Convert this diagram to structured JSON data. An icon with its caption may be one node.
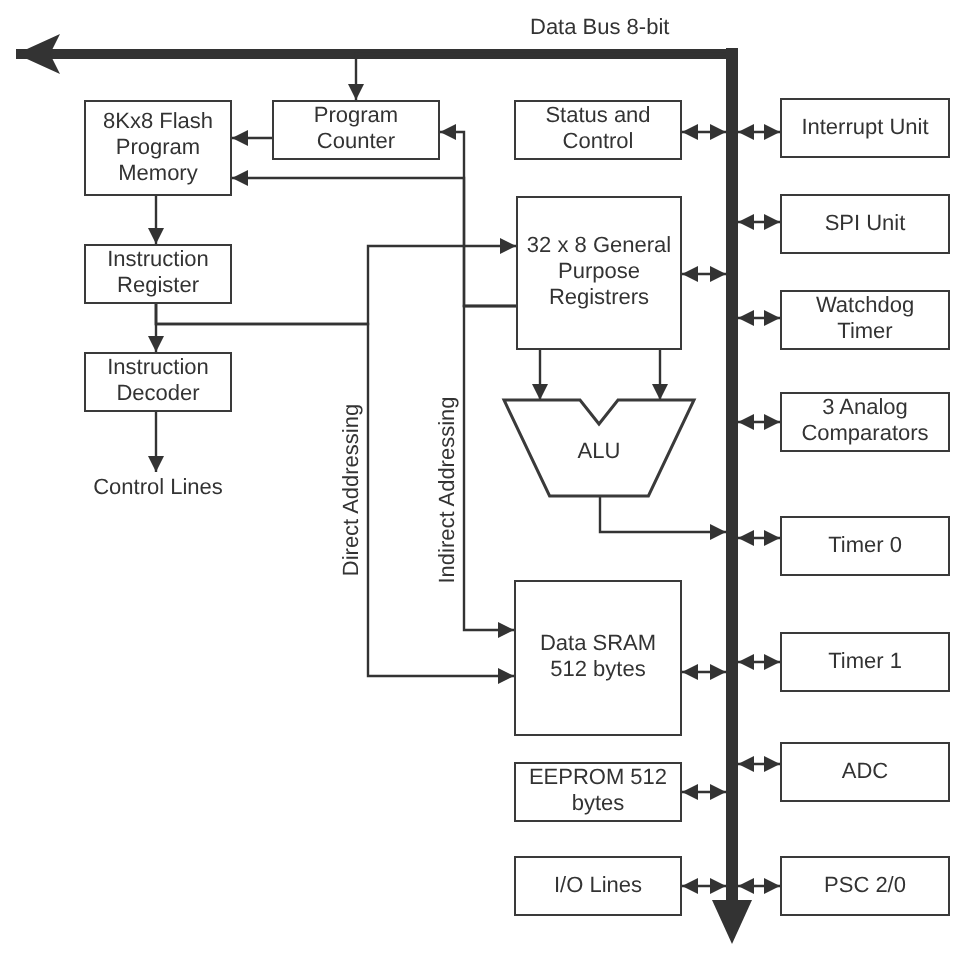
{
  "diagram": {
    "nodes": [
      {
        "text": [],
        "shape": "bar",
        "beside": [
          "Data Bus 8-bit"
        ]
      },
      {
        "text": [
          "8Kx8 Flash Program Memory"
        ]
      },
      {
        "text": [
          "Program Counter"
        ]
      },
      {
        "text": [
          "Status and Control"
        ]
      },
      {
        "text": [
          "Interrupt Unit"
        ]
      },
      {
        "text": [
          "32 x 8 General Purpose Registrers"
        ]
      },
      {
        "text": [
          "SPI Unit"
        ]
      },
      {
        "text": [
          "Instruction Register"
        ]
      },
      {
        "text": [
          "Watchdog Timer"
        ]
      },
      {
        "text": [
          "Instruction Decoder"
        ]
      },
      {
        "text": [
          "ALU"
        ]
      },
      {
        "text": [
          "3 Analog Comparators"
        ]
      },
      {
        "text": [
          "Control Lines"
        ]
      },
      {
        "text": [
          "Timer 0"
        ]
      },
      {
        "text": [
          "Data SRAM 512 bytes"
        ]
      },
      {
        "text": [
          "Timer 1"
        ]
      },
      {
        "text": [
          "EEPROM 512 bytes"
        ]
      },
      {
        "text": [
          "ADC"
        ]
      },
      {
        "text": [
          "I/O Lines"
        ]
      },
      {
        "text": [
          "PSC 2/0"
        ]
      }
    ],
    "edges": [
      {
        "from": 0,
        "to": null,
        "arrow": "to",
        "style": "thick"
      },
      {
        "from": 0,
        "to": 2,
        "arrow": "to"
      },
      {
        "from": 2,
        "to": 1,
        "arrow": "to"
      },
      {
        "from": 5,
        "to": 2,
        "arrow": "to"
      },
      {
        "from": 5,
        "to": 1,
        "arrow": "to"
      },
      {
        "from": 5,
        "to": 14,
        "arrow": "to",
        "label": "Indirect Addressing"
      },
      {
        "from": 1,
        "to": 7,
        "arrow": "to"
      },
      {
        "from": 7,
        "to": 9,
        "arrow": "to"
      },
      {
        "from": 7,
        "to": 5,
        "arrow": "to"
      },
      {
        "from": 7,
        "to": 14,
        "arrow": "to",
        "label": "Direct Addressing"
      },
      {
        "from": 9,
        "to": 12,
        "arrow": "to"
      },
      {
        "from": 3,
        "to": 0,
        "arrow": "both"
      },
      {
        "from": 5,
        "to": 0,
        "arrow": "both"
      },
      {
        "from": 5,
        "to": 10,
        "arrow": "to"
      },
      {
        "from": 5,
        "to": 10,
        "arrow": "to"
      },
      {
        "from": 10,
        "to": 0,
        "arrow": "to"
      },
      {
        "from": 14,
        "to": 0,
        "arrow": "both"
      },
      {
        "from": 16,
        "to": 0,
        "arrow": "both"
      },
      {
        "from": 18,
        "to": 0,
        "arrow": "both"
      },
      {
        "from": 0,
        "to": 4,
        "arrow": "both"
      },
      {
        "from": 0,
        "to": 6,
        "arrow": "both"
      },
      {
        "from": 0,
        "to": 8,
        "arrow": "both"
      },
      {
        "from": 0,
        "to": 11,
        "arrow": "both"
      },
      {
        "from": 0,
        "to": 13,
        "arrow": "both"
      },
      {
        "from": 0,
        "to": 15,
        "arrow": "both"
      },
      {
        "from": 0,
        "to": 17,
        "arrow": "both"
      },
      {
        "from": 0,
        "to": 19,
        "arrow": "both"
      }
    ]
  }
}
